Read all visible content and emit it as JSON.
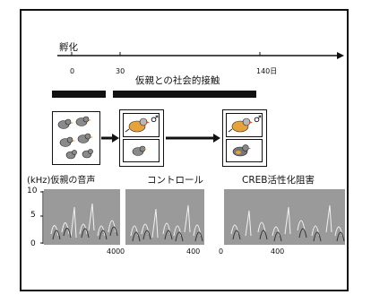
{
  "timeline": {
    "hatch_label": "孵化",
    "tick_0": "0",
    "tick_30": "30",
    "tick_140": "140日",
    "social_label": "仮親との社会的接触"
  },
  "icons": {
    "group_birds": "birds-group-icon",
    "foster_parent": "bird-pair-icon",
    "male_symbol": "♂",
    "arrow": "arrow-right-icon"
  },
  "spectrograms": {
    "panel_titles": [
      "(kHz)仮親の音声",
      "コントロール",
      "CREB活性化阻害"
    ],
    "y_ticks": [
      "10",
      "5",
      "0"
    ],
    "x_tick_label": "400",
    "x_zero": "0"
  },
  "colors": {
    "ink": "#111111",
    "bird_orange": "#e8a23a",
    "bird_gray": "#8a8a8a",
    "spectrogram_bg": "#9a9a9a"
  }
}
